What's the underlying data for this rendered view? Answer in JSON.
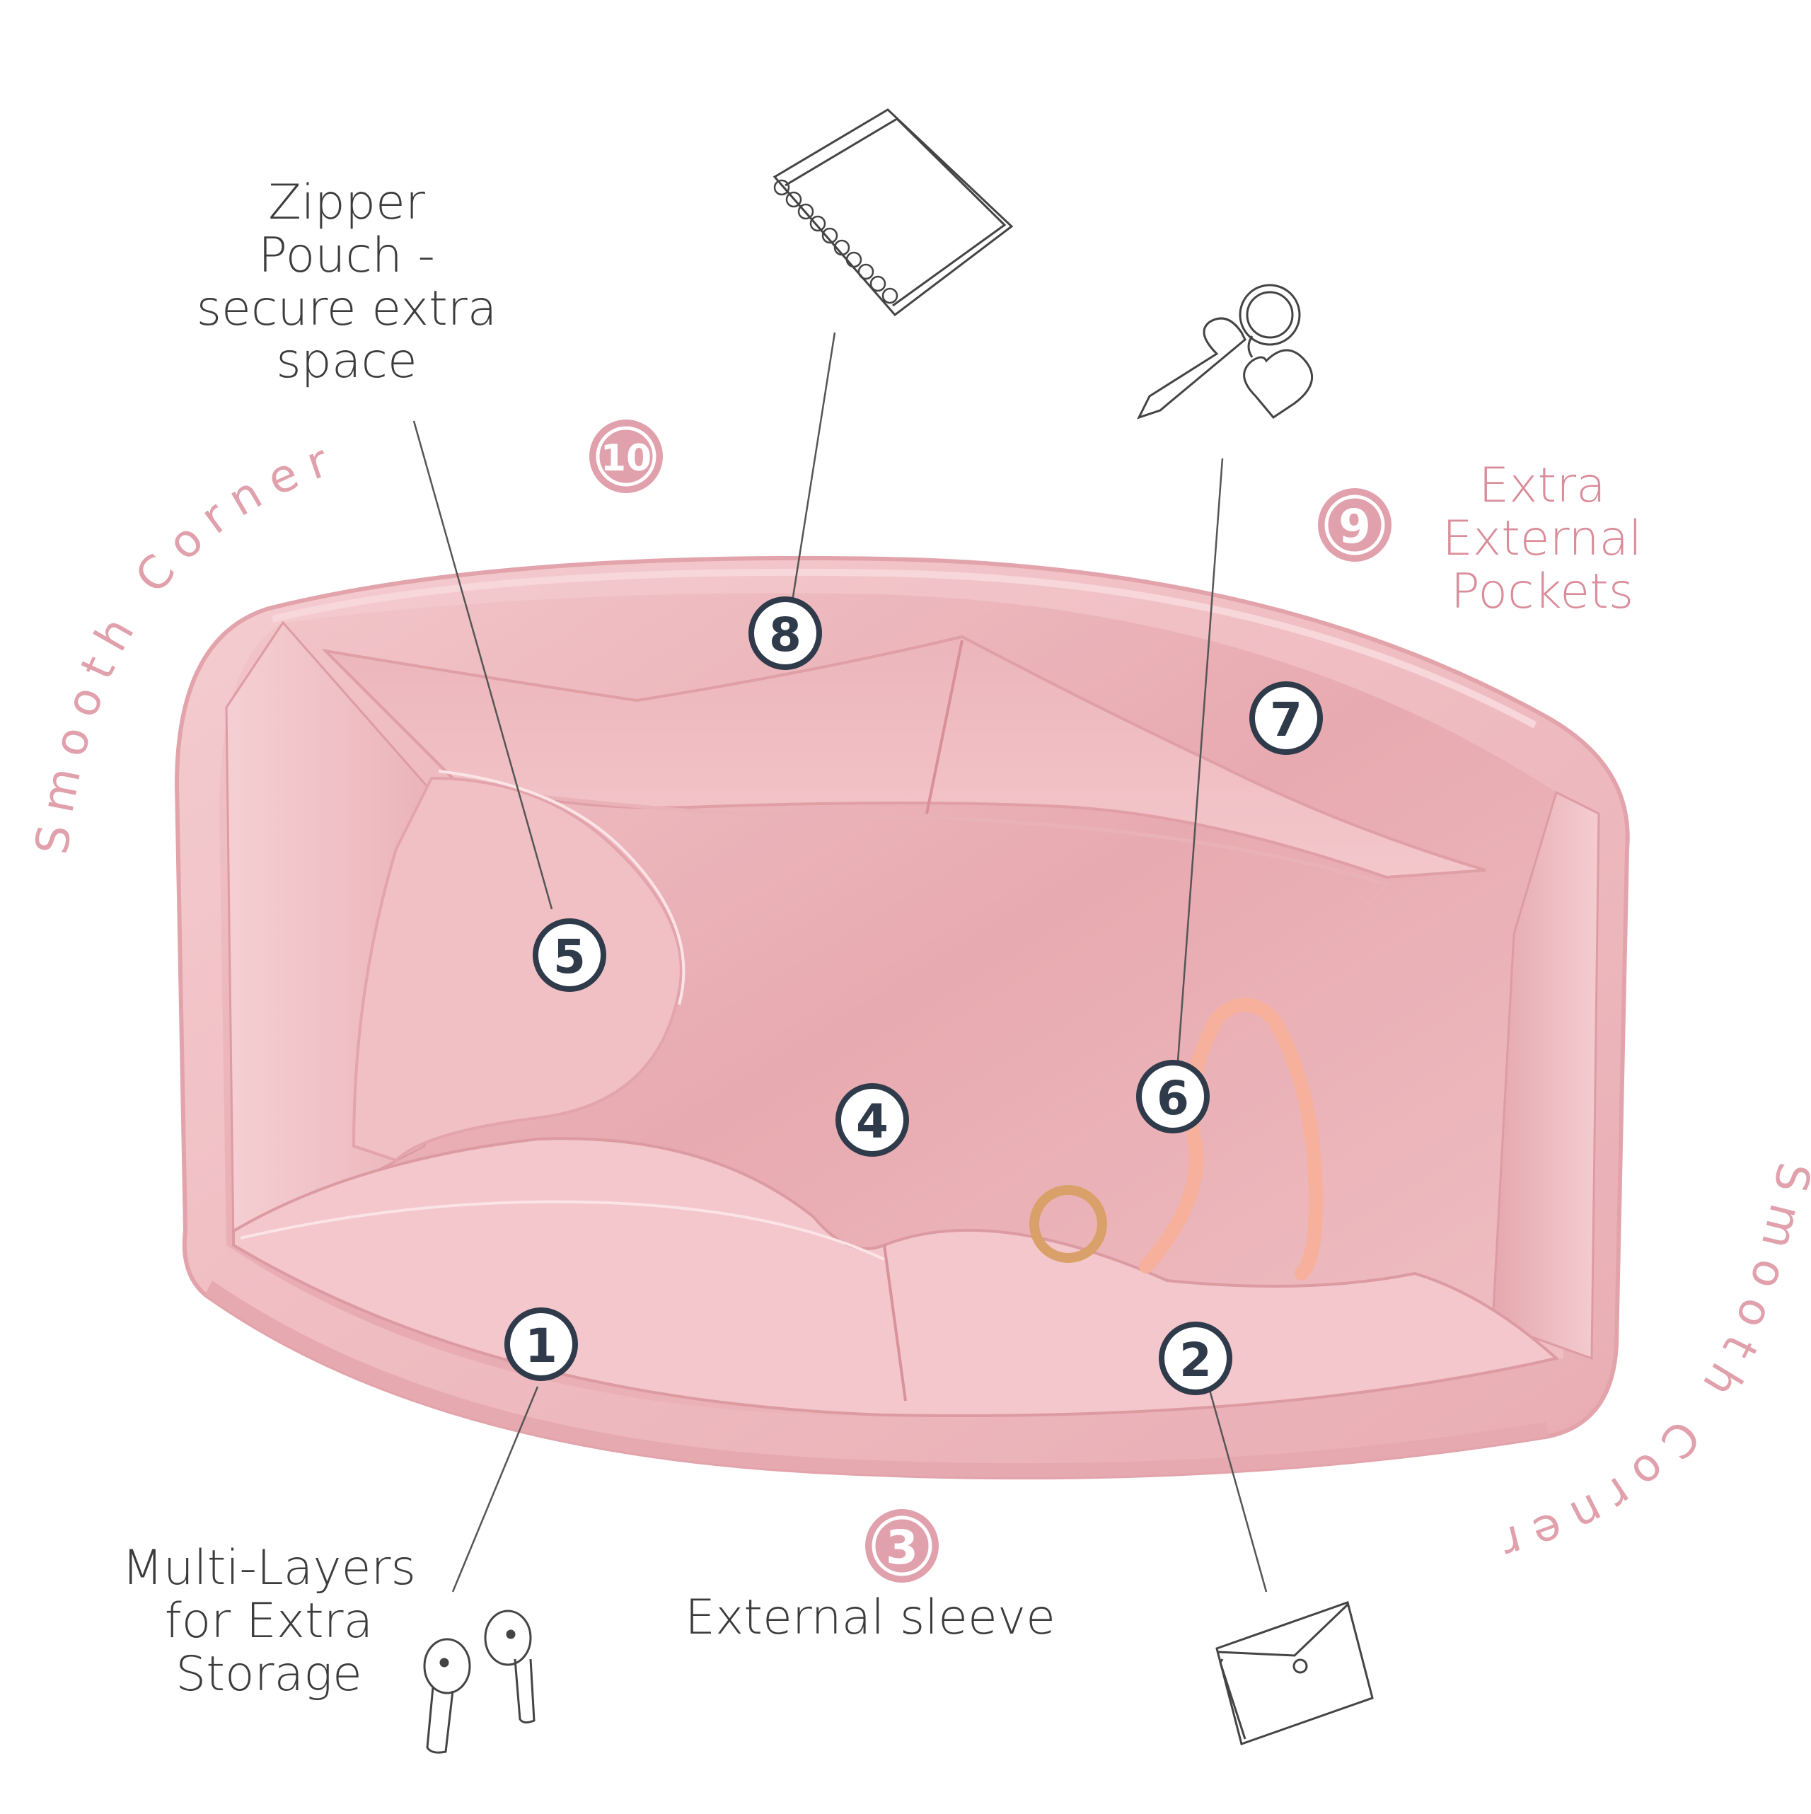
{
  "labels": {
    "zipper": [
      "Zipper",
      "Pouch -",
      "secure extra",
      "space"
    ],
    "multilayer": [
      "Multi-Layers",
      "for Extra",
      "Storage"
    ],
    "sleeve": "External sleeve",
    "pockets": [
      "Extra",
      "External",
      "Pockets"
    ],
    "corners_left": "Smooth Corners",
    "corners_right": "Smooth Corners"
  },
  "markers": {
    "m1": "1",
    "m2": "2",
    "m3": "3",
    "m4": "4",
    "m5": "5",
    "m6": "6",
    "m7": "7",
    "m8": "8",
    "m9": "9",
    "m10": "10"
  },
  "colors": {
    "accent_pink": "#e0a0ac",
    "label_pink": "#d98c9a",
    "fabric_light": "#f2c3c7",
    "fabric_mid": "#eaaeb3",
    "fabric_dark": "#d8949b",
    "text": "#3c3c3c",
    "badge_dark": "#2f3a4a"
  },
  "icons": [
    "notebook-icon",
    "keys-icon",
    "earbuds-icon",
    "wallet-icon"
  ]
}
